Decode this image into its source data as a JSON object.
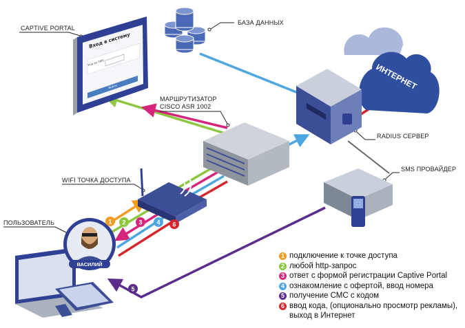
{
  "labels": {
    "captive_portal": "CAPTIVE PORTAL",
    "database": "БАЗА ДАННЫХ",
    "router_line1": "МАРШРУТИЗАТОР",
    "router_line2": "CISCO ASR 1002",
    "radius": "RADIUS СЕРВЕР",
    "wifi": "WIFI ТОЧКА ДОСТУПА",
    "sms": "SMS ПРОВАЙДЕР",
    "user": "ПОЛЬЗОВАТЕЛЬ",
    "internet": "ИНТЕРНЕТ",
    "user_name": "ВАСИЛИЙ"
  },
  "portal_screen": {
    "title": "Вход в систему",
    "code_label": "Код из SMS:",
    "button": "Войти"
  },
  "colors": {
    "step1": "#f29c1f",
    "step2": "#8dc63f",
    "step3": "#d6267b",
    "step4": "#4ea6e0",
    "step5": "#5a2d8c",
    "step6": "#d7262b",
    "device_blue": "#2e3f94",
    "cloud_blue": "#2e4ea0"
  },
  "steps": [
    {
      "n": "1",
      "text": "подключение к точке доступа",
      "color": "#f29c1f"
    },
    {
      "n": "2",
      "text": "любой http-запрос",
      "color": "#8dc63f"
    },
    {
      "n": "3",
      "text": "ответ с формой регистрации Captive Portal",
      "color": "#d6267b"
    },
    {
      "n": "4",
      "text": "ознакомление с офертой, ввод номера",
      "color": "#4ea6e0"
    },
    {
      "n": "5",
      "text": "получение СМС с кодом",
      "color": "#5a2d8c"
    },
    {
      "n": "6",
      "text": "ввод кода, (опционально просмотр рекламы),",
      "text2": "выход в Интернет",
      "color": "#d7262b"
    }
  ]
}
